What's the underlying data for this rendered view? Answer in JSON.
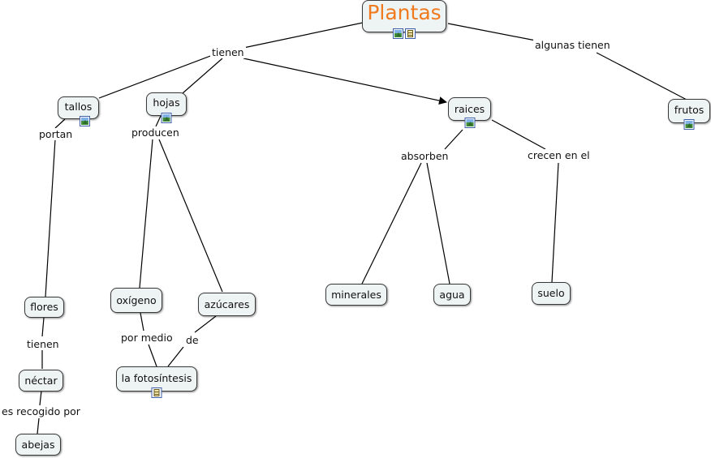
{
  "concepts": {
    "plantas": "Plantas",
    "tallos": "tallos",
    "hojas": "hojas",
    "raices": "raices",
    "frutos": "frutos",
    "flores": "flores",
    "oxigeno": "oxígeno",
    "azucares": "azúcares",
    "minerales": "minerales",
    "agua": "agua",
    "suelo": "suelo",
    "nectar": "néctar",
    "fotosintesis": "la fotosíntesis",
    "abejas": "abejas"
  },
  "linking_phrases": {
    "tienen": "tienen",
    "algunas_tienen": "algunas tienen",
    "portan": "portan",
    "producen": "producen",
    "absorben": "absorben",
    "crecen_en_el": "crecen en el",
    "tienen_flores": "tienen",
    "por_medio": "por medio",
    "de": "de",
    "es_recogido_por": "es recogido por"
  },
  "icons": {
    "plantas": [
      "image-icon",
      "document-icon"
    ],
    "tallos": [
      "image-icon"
    ],
    "hojas": [
      "image-icon"
    ],
    "raices": [
      "image-icon"
    ],
    "frutos": [
      "image-icon"
    ],
    "fotosintesis": [
      "document-icon"
    ]
  },
  "colors": {
    "root_text": "#f07a1e",
    "node_fill": "#eef3f3",
    "node_border": "#3a3a3a",
    "line": "#000000"
  }
}
